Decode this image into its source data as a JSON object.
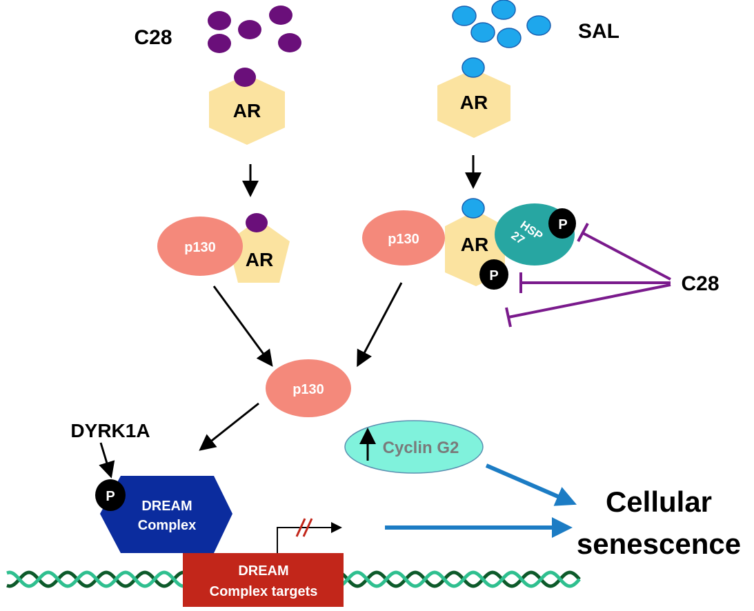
{
  "colors": {
    "c28_ligand": "#6a0f7a",
    "sal_ligand": "#1ea7ec",
    "ar": "#fbe3a0",
    "p130": "#f4897b",
    "hsp27": "#27a6a2",
    "phospho": "#000000",
    "inhibition": "#7a1a8c",
    "dream_complex": "#0b2c9e",
    "dream_targets": "#c2261a",
    "cyclin": "#80f2dc",
    "senescence_arrow": "#1c7cc4",
    "dna_dark": "#0d5a2a",
    "dna_light": "#2fbf8f"
  },
  "labels": {
    "c28_top": "C28",
    "sal_top": "SAL",
    "ar": "AR",
    "p130": "p130",
    "hsp27_line1": "HSP",
    "hsp27_line2": "27",
    "phospho": "P",
    "c28_right": "C28",
    "dyrk1a": "DYRK1A",
    "dream_line1": "DREAM",
    "dream_line2": "Complex",
    "targets_line1": "DREAM",
    "targets_line2": "Complex targets",
    "cyclin": "Cyclin G2",
    "senescence_line1": "Cellular",
    "senescence_line2": "senescence"
  }
}
